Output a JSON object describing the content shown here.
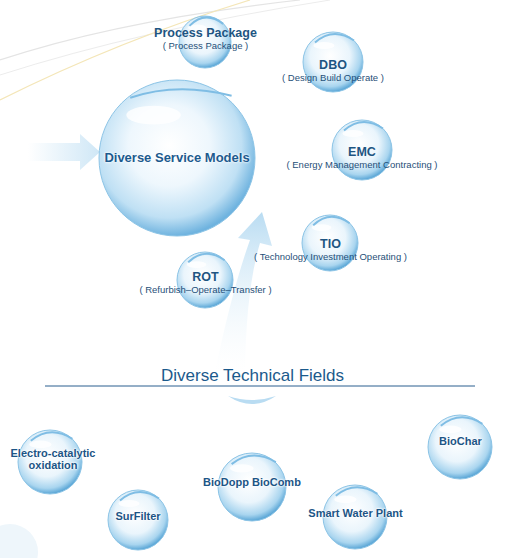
{
  "diagram": {
    "nodes": [
      {
        "text": [
          "Process Package",
          "( Process Package )"
        ]
      },
      {
        "text": [
          "DBO",
          "( Design Build Operate )"
        ]
      },
      {
        "text": [
          "Diverse Service Models"
        ]
      },
      {
        "text": [
          "EMC",
          "( Energy Management Contracting )"
        ]
      },
      {
        "text": [
          "TIO",
          "( Technology Investment Operating )"
        ]
      },
      {
        "text": [
          "ROT",
          "( Refurbish–Operate–Transfer )"
        ]
      },
      {
        "text": [
          "Electro-catalytic oxidation"
        ]
      },
      {
        "text": [
          "BioChar"
        ]
      },
      {
        "text": [
          "BioDopp BioComb"
        ]
      },
      {
        "text": [
          "SurFilter"
        ]
      },
      {
        "text": [
          "Smart Water Plant"
        ]
      }
    ],
    "labels": [
      "Diverse Technical Fields"
    ]
  }
}
